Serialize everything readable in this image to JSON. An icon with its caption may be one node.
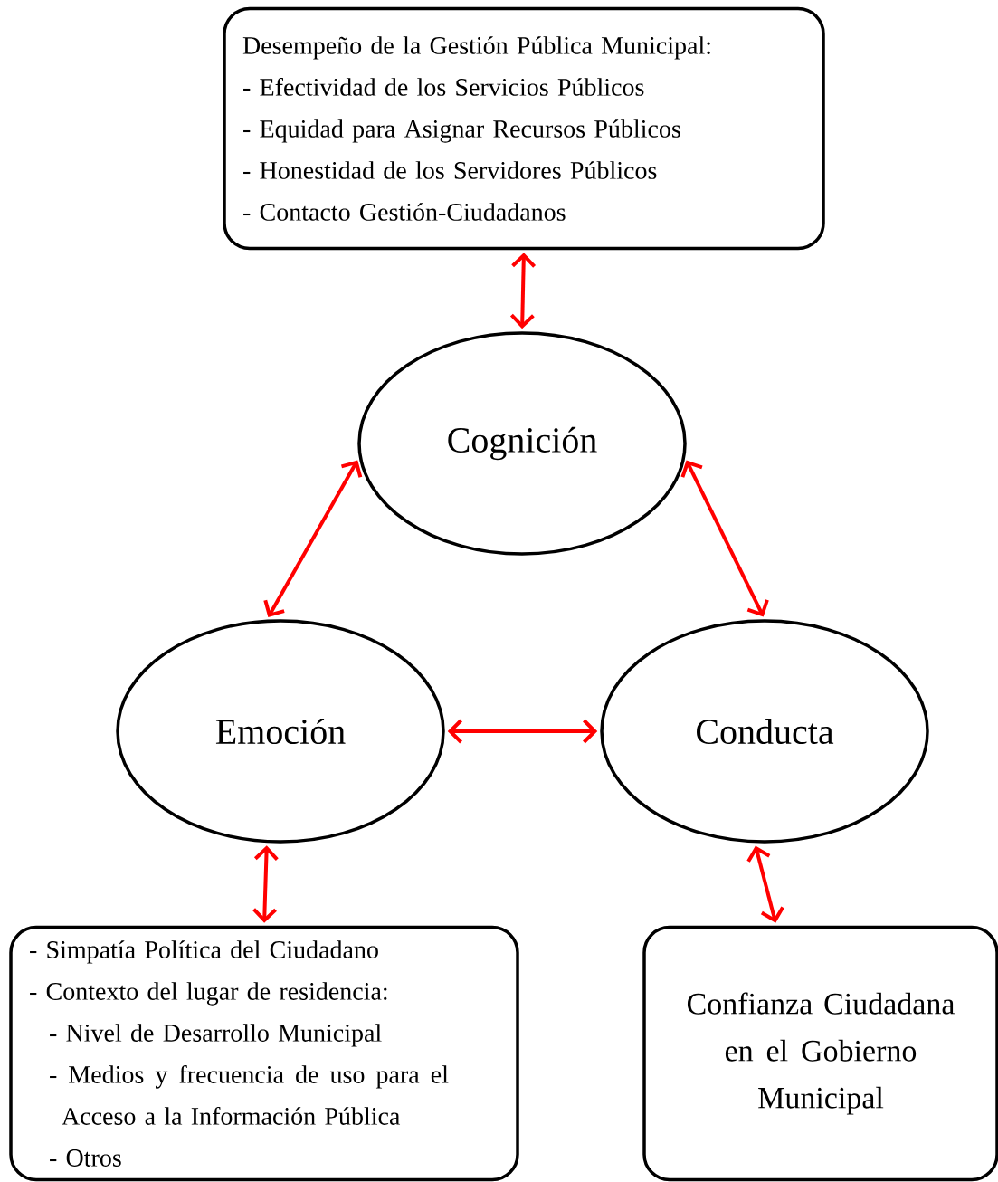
{
  "diagram": {
    "nodes": [
      {
        "text": [
          "Desempeño de la Gestión Pública Municipal:",
          "- Efectividad de los Servicios Públicos",
          "- Equidad para Asignar Recursos Públicos",
          "- Honestidad de los Servidores Públicos",
          "- Contacto Gestión-Ciudadanos"
        ]
      },
      {
        "text": [
          "Cognición"
        ]
      },
      {
        "text": [
          "Emoción"
        ]
      },
      {
        "text": [
          "Conducta"
        ]
      },
      {
        "text": [
          "- Simpatía Política del Ciudadano",
          "- Contexto del lugar de residencia:",
          "- Nivel de Desarrollo Municipal",
          "- Medios y frecuencia de uso para el Acceso a la Información Pública",
          "- Otros"
        ]
      },
      {
        "text": [
          "Confianza Ciudadana en el Gobierno Municipal"
        ]
      }
    ],
    "edges": [
      {
        "from": 0,
        "to": 1,
        "arrow": "both"
      },
      {
        "from": 1,
        "to": 2,
        "arrow": "both"
      },
      {
        "from": 1,
        "to": 3,
        "arrow": "both"
      },
      {
        "from": 2,
        "to": 3,
        "arrow": "both"
      },
      {
        "from": 2,
        "to": 4,
        "arrow": "both"
      },
      {
        "from": 3,
        "to": 5,
        "arrow": "both"
      }
    ]
  }
}
